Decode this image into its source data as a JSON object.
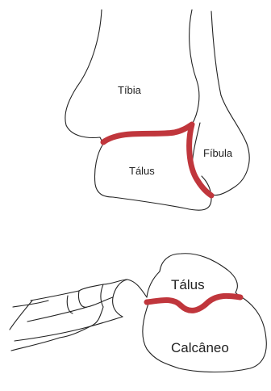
{
  "labels": {
    "tibia": "Tíbia",
    "fibula": "Fíbula",
    "talus_front": "Tálus",
    "talus_side": "Tálus",
    "calcaneus": "Calcâneo"
  },
  "colors": {
    "joint_highlight": "#c0363c",
    "outline": "#222222",
    "background": "#ffffff"
  }
}
